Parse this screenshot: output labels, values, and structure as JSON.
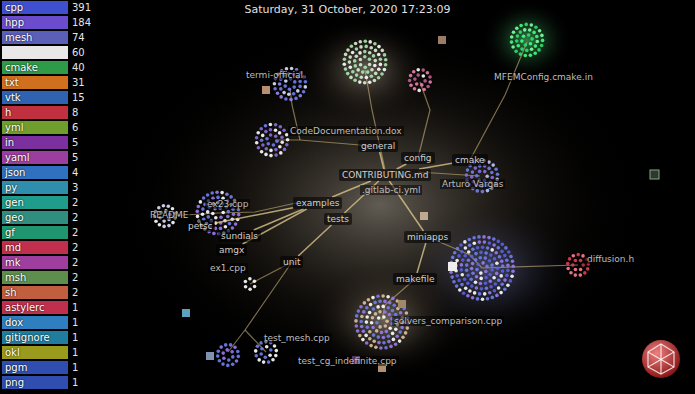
{
  "diagram": {
    "title": "Saturday, 31 October, 2020 17:23:09",
    "nodes": [
      {
        "text": [
          "CONTRIBUTING.md"
        ]
      },
      {
        "text": [
          "examples"
        ]
      },
      {
        "text": [
          "tests"
        ]
      },
      {
        "text": [
          "miniapps"
        ]
      },
      {
        "text": [
          "general"
        ]
      },
      {
        "text": [
          "config"
        ]
      },
      {
        "text": [
          "cmake"
        ]
      },
      {
        "text": [
          "petsc"
        ]
      },
      {
        "text": [
          "sundials"
        ]
      },
      {
        "text": [
          "amgx"
        ]
      },
      {
        "text": [
          "unit"
        ]
      },
      {
        "text": [
          "makefile"
        ]
      }
    ],
    "edges": [
      {
        "from": 0,
        "to": 1,
        "arrow": "none"
      },
      {
        "from": 0,
        "to": 2,
        "arrow": "none"
      },
      {
        "from": 0,
        "to": 3,
        "arrow": "none"
      },
      {
        "from": 0,
        "to": 4,
        "arrow": "none"
      },
      {
        "from": 0,
        "to": 5,
        "arrow": "none"
      },
      {
        "from": 0,
        "to": 6,
        "arrow": "none"
      },
      {
        "from": 1,
        "to": 7,
        "arrow": "none"
      },
      {
        "from": 1,
        "to": 8,
        "arrow": "none"
      },
      {
        "from": 1,
        "to": 9,
        "arrow": "none"
      },
      {
        "from": 2,
        "to": 10,
        "arrow": "none"
      },
      {
        "from": 3,
        "to": 11,
        "arrow": "none"
      }
    ],
    "labels": [
      "391",
      "184",
      "74",
      "60",
      "40",
      "31",
      "15",
      "8",
      "6",
      "5",
      "5",
      "4",
      "3",
      "2",
      "2",
      "2",
      "2",
      "2",
      "2",
      "2",
      "1",
      "1",
      "1",
      "1",
      "1",
      "1",
      "termi-official",
      "MFEMConfig.cmake.in",
      "Arturo Vargas",
      "README",
      "ex23.cpp",
      "ex1.cpp",
      "CodeDocumentation.dox",
      ".gitlab-ci.yml",
      "test_mesh.cpp",
      "test_cg_indefinite.cpp",
      "solvers_comparison.cpp",
      "diffusion.h"
    ],
    "legend": [
      {
        "text": "cpp",
        "color": "#3f4fd0"
      },
      {
        "text": "hpp",
        "color": "#6b4ccc"
      },
      {
        "text": "mesh",
        "color": "#5a5fb8"
      },
      {
        "text": "cmake",
        "color": "#2f9a48"
      },
      {
        "text": "txt",
        "color": "#d0701e"
      },
      {
        "text": "vtk",
        "color": "#2f62b0"
      },
      {
        "text": "h",
        "color": "#c0303e"
      },
      {
        "text": "yml",
        "color": "#6f9e2e"
      },
      {
        "text": "in",
        "color": "#7c30a0"
      },
      {
        "text": "yaml",
        "color": "#9c3ea0"
      },
      {
        "text": "json",
        "color": "#2f70c0"
      },
      {
        "text": "py",
        "color": "#2f8eae"
      },
      {
        "text": "gen",
        "color": "#1f9c8c"
      },
      {
        "text": "geo",
        "color": "#2f8e80"
      },
      {
        "text": "gf",
        "color": "#1f9670"
      },
      {
        "text": "md",
        "color": "#c0304e"
      },
      {
        "text": "mk",
        "color": "#a03ea0"
      },
      {
        "text": "msh",
        "color": "#5e8e4e"
      },
      {
        "text": "sh",
        "color": "#c05e3e"
      },
      {
        "text": "astylerc",
        "color": "#c0304e"
      },
      {
        "text": "dox",
        "color": "#2f7ec0"
      },
      {
        "text": "gitignore",
        "color": "#1f7ea0"
      },
      {
        "text": "okl",
        "color": "#9a9a1c"
      },
      {
        "text": "pgm",
        "color": "#2f4eb0"
      },
      {
        "text": "png",
        "color": "#2f4eb0"
      }
    ]
  }
}
